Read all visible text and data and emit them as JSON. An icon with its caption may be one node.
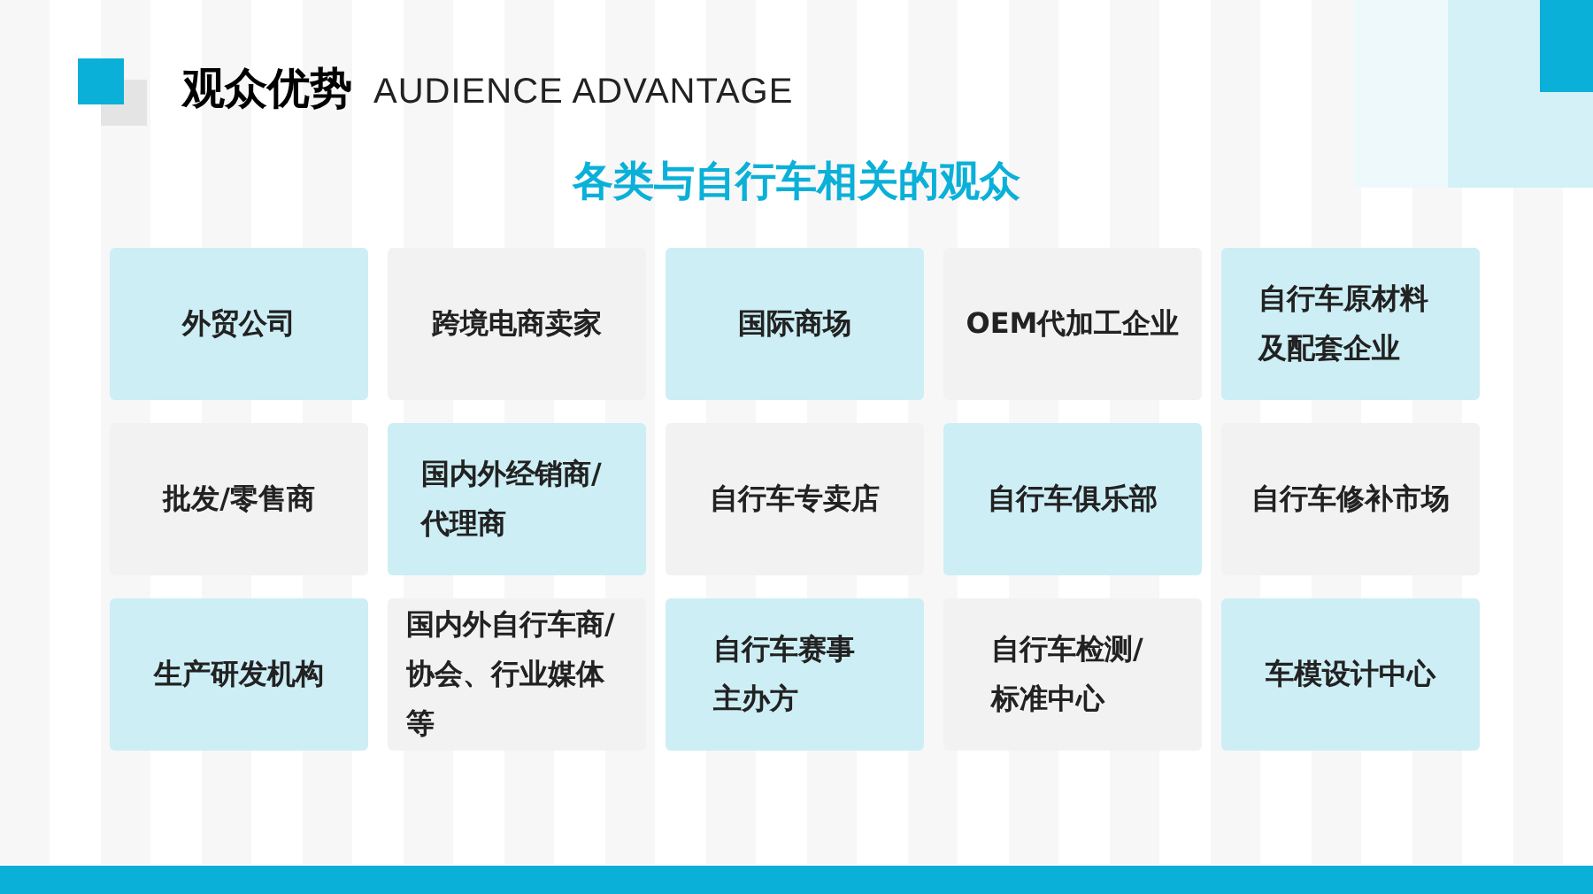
{
  "diagram": {
    "title": "观众优势",
    "labels": [
      "AUDIENCE ADVANTAGE",
      "各类与自行车相关的观众"
    ],
    "nodes": [
      {
        "text": [
          "外贸公司"
        ]
      },
      {
        "text": [
          "跨境电商卖家"
        ]
      },
      {
        "text": [
          "国际商场"
        ]
      },
      {
        "text": [
          "OEM代加工企业"
        ]
      },
      {
        "text": [
          "自行车原材料及配套企业"
        ]
      },
      {
        "text": [
          "批发/零售商"
        ]
      },
      {
        "text": [
          "国内外经销商/代理商"
        ]
      },
      {
        "text": [
          "自行车专卖店"
        ]
      },
      {
        "text": [
          "自行车俱乐部"
        ]
      },
      {
        "text": [
          "自行车修补市场"
        ]
      },
      {
        "text": [
          "生产研发机构"
        ]
      },
      {
        "text": [
          "国内外自行车商/协会、行业媒体等"
        ]
      },
      {
        "text": [
          "自行车赛事主办方"
        ]
      },
      {
        "text": [
          "自行车检测/标准中心"
        ]
      },
      {
        "text": [
          "车模设计中心"
        ]
      }
    ]
  }
}
